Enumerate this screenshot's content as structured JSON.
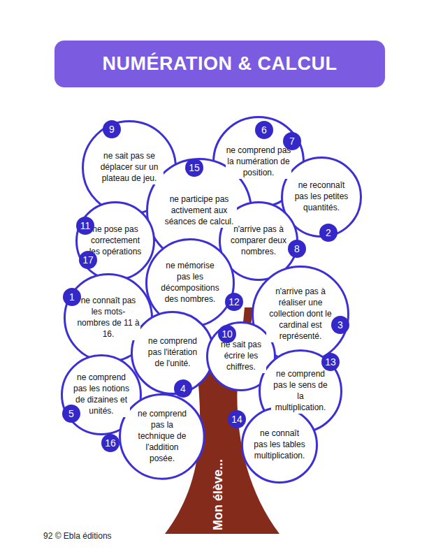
{
  "diagram": {
    "title": "NUMÉRATION & CALCUL",
    "nodes": [
      {
        "text": [
          "ne sait pas se déplacer sur un plateau de jeu."
        ]
      },
      {
        "text": [
          "ne comprend pas la numération de position."
        ]
      },
      {
        "text": [
          "ne participe pas activement aux séances de calcul."
        ]
      },
      {
        "text": [
          "ne reconnaît pas les petites quantités."
        ]
      },
      {
        "text": [
          "ne pose pas correctement les opérations"
        ]
      },
      {
        "text": [
          "n'arrive pas à comparer deux nombres."
        ]
      },
      {
        "text": [
          "ne mémorise pas les décompositions des nombres."
        ]
      },
      {
        "text": [
          "ne connaît pas les mots-nombres de 11 à 16."
        ]
      },
      {
        "text": [
          "n'arrive pas à réaliser une collection dont le cardinal est représenté."
        ]
      },
      {
        "text": [
          "ne comprend pas l'itération de l'unité."
        ]
      },
      {
        "text": [
          "ne sait pas écrire les chiffres."
        ]
      },
      {
        "text": [
          "ne comprend pas le sens de la multiplication."
        ]
      },
      {
        "text": [
          "ne comprend pas les notions de dizaines et unités."
        ]
      },
      {
        "text": [
          "ne comprend pas la technique de l'addition posée."
        ]
      },
      {
        "text": [
          "ne connaît pas les tables multiplication."
        ]
      }
    ],
    "labels": [
      "9",
      "6",
      "7",
      "15",
      "11",
      "2",
      "8",
      "17",
      "1",
      "12",
      "3",
      "10",
      "13",
      "4",
      "5",
      "14",
      "16",
      "Mon élève...",
      "92 © Ebla éditions"
    ]
  }
}
